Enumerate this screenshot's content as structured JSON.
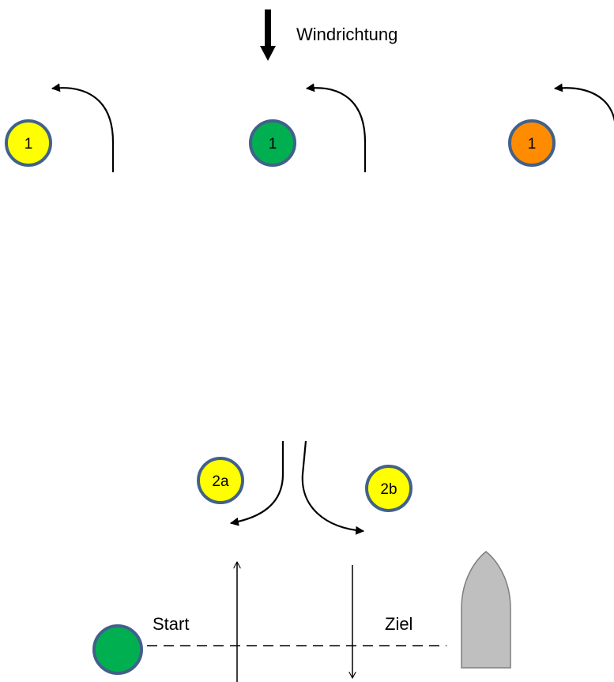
{
  "wind": {
    "label": "Windrichtung"
  },
  "buoys": [
    {
      "id": "buoy-1-yellow",
      "label": "1",
      "color": "#ffff00"
    },
    {
      "id": "buoy-1-green",
      "label": "1",
      "color": "#00b050"
    },
    {
      "id": "buoy-1-orange",
      "label": "1",
      "color": "#ff8c00"
    },
    {
      "id": "buoy-2a",
      "label": "2a",
      "color": "#ffff00"
    },
    {
      "id": "buoy-2b",
      "label": "2b",
      "color": "#ffff00"
    },
    {
      "id": "start-buoy",
      "label": "",
      "color": "#00b050"
    }
  ],
  "start_line": {
    "start_label": "Start",
    "finish_label": "Ziel"
  },
  "colors": {
    "buoy_outline": "#41618a",
    "committee_boat": "#bfbfbf",
    "committee_boat_outline": "#7f7f7f",
    "arrows": "#000000"
  }
}
